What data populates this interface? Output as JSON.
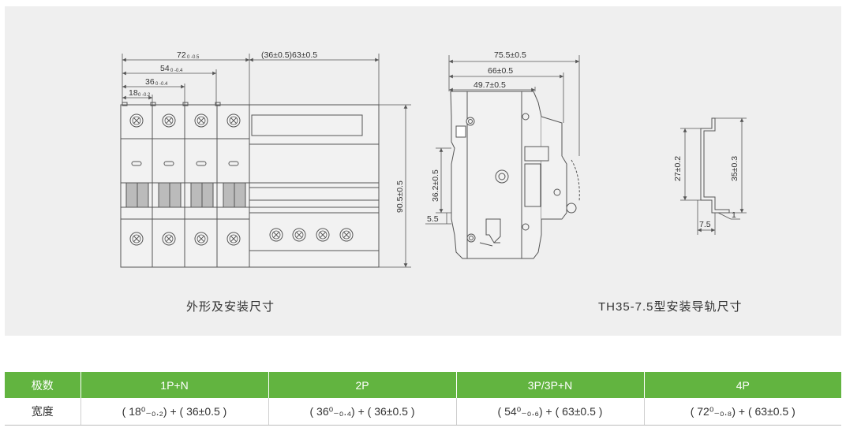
{
  "colors": {
    "accent": "#62b440",
    "panel": "#efefef",
    "line": "#555555"
  },
  "front_view": {
    "dim_72": "72",
    "dim_72_tol": "0 -0.5",
    "dim_54": "54",
    "dim_54_tol": "0 -0.4",
    "dim_36": "36",
    "dim_36_tol": "0 -0.4",
    "dim_18": "18",
    "dim_18_tol": "0 -0.2",
    "dim_rcd_width": "(36±0.5)63±0.5",
    "dim_height": "90.5±0.5"
  },
  "side_view": {
    "dim_75": "75.5±0.5",
    "dim_66": "66±0.5",
    "dim_49": "49.7±0.5",
    "dim_36_2": "36.2±0.5",
    "dim_5_5": "5.5"
  },
  "rail_view": {
    "dim_27": "27±0.2",
    "dim_35": "35±0.3",
    "dim_1": "1",
    "dim_7_5": "7.5"
  },
  "captions": {
    "left": "外形及安装尺寸",
    "right": "TH35-7.5型安装导轨尺寸"
  },
  "table": {
    "header_label": "极数",
    "row_label": "宽度",
    "columns": [
      {
        "pole": "1P+N",
        "width": "( 18⁰₋₀.₂) + ( 36±0.5 )"
      },
      {
        "pole": "2P",
        "width": "( 36⁰₋₀.₄) + ( 36±0.5 )"
      },
      {
        "pole": "3P/3P+N",
        "width": "( 54⁰₋₀.₆) + ( 63±0.5 )"
      },
      {
        "pole": "4P",
        "width": "( 72⁰₋₀.₈) + ( 63±0.5 )"
      }
    ]
  }
}
